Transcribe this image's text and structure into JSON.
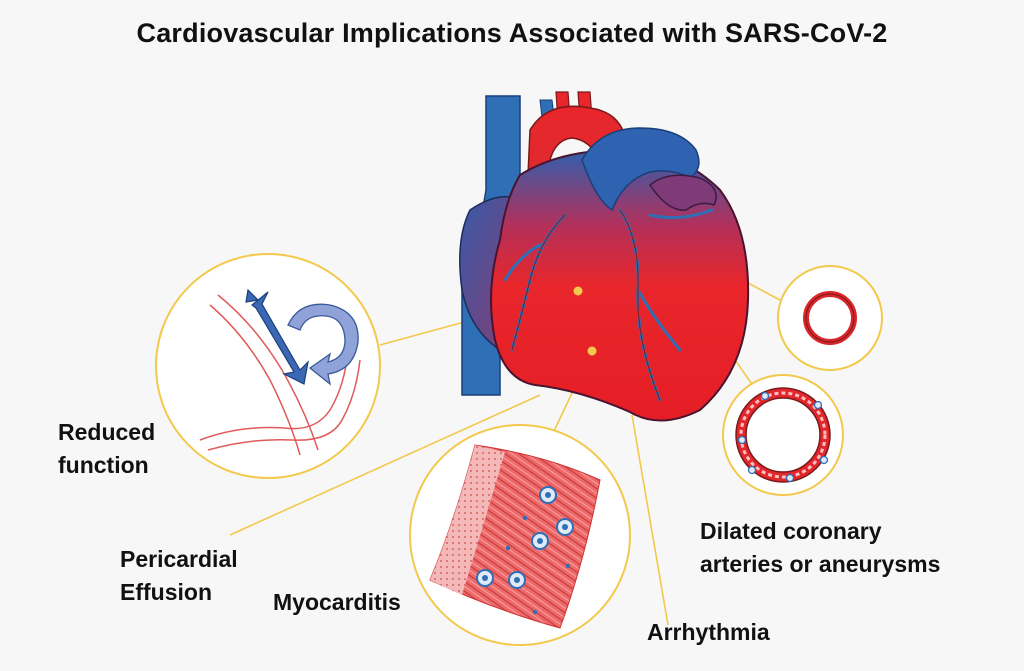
{
  "title": "Cardiovascular Implications Associated with SARS-CoV-2",
  "labels": {
    "reduced_function": [
      "Reduced",
      "function"
    ],
    "pericardial_effusion": [
      "Pericardial",
      "Effusion"
    ],
    "myocarditis": "Myocarditis",
    "arrhythmia": "Arrhythmia",
    "dilated_coronary": [
      "Dilated coronary",
      "arteries or aneurysms"
    ]
  },
  "colors": {
    "heart_red": "#e8262b",
    "vessel_blue": "#2e6fb6",
    "callout_yellow": "#f2c94c",
    "background": "#f7f7f7"
  }
}
